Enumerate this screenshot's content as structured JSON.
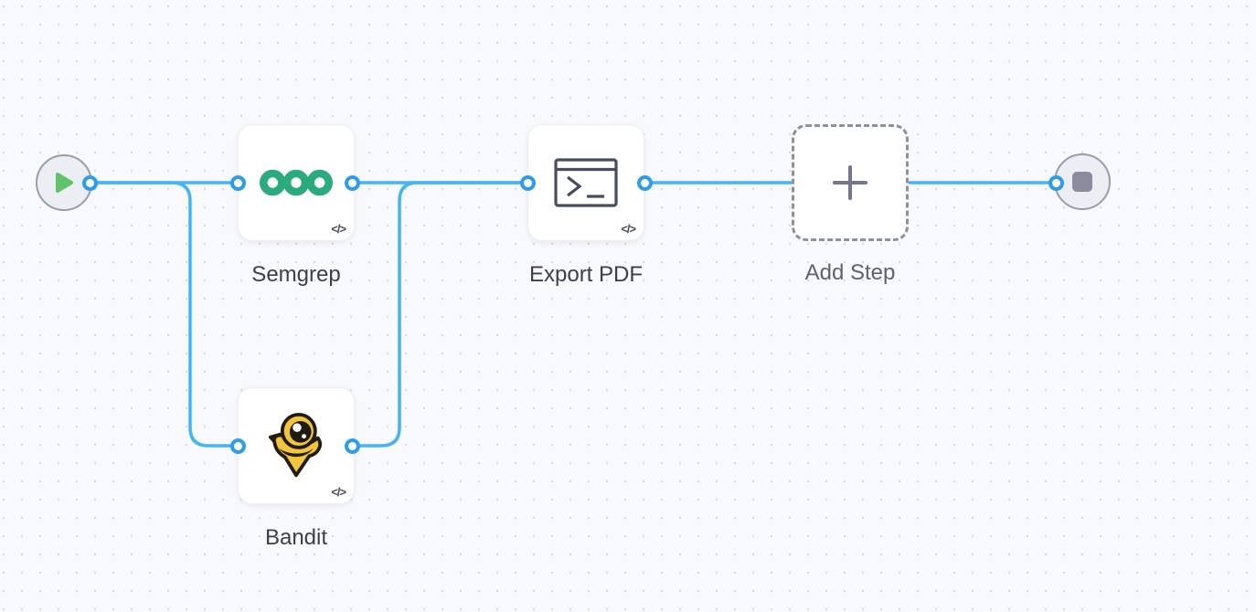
{
  "app": {
    "view": "workflow-canvas"
  },
  "colors": {
    "canvas_bg": "#f8f9fd",
    "grid_dot": "#d9dae3",
    "edge_blue": "#46b4f0",
    "port_blue": "#2c9ee9",
    "node_label": "#3a3f4d",
    "placeholder_label": "#5f5f75",
    "semgrep_green": "#2bab7d",
    "bandit_yellow": "#f2c53d",
    "play_green": "#5fc468",
    "stop_gray": "#8b8b9e"
  },
  "nodes": {
    "start": {
      "icon": "play-icon"
    },
    "semgrep": {
      "label": "Semgrep",
      "badge": "</>",
      "icon": "semgrep-rings-icon"
    },
    "bandit": {
      "label": "Bandit",
      "badge": "</>",
      "icon": "bandit-mascot-icon"
    },
    "export_pdf": {
      "label": "Export PDF",
      "badge": "</>",
      "icon": "terminal-window-icon"
    },
    "add_step": {
      "label": "Add Step",
      "icon": "plus-icon"
    },
    "end": {
      "icon": "stop-icon"
    }
  },
  "edges": [
    {
      "from": "start",
      "to": "semgrep"
    },
    {
      "from": "start",
      "to": "bandit"
    },
    {
      "from": "semgrep",
      "to": "export_pdf"
    },
    {
      "from": "bandit",
      "to": "export_pdf"
    },
    {
      "from": "export_pdf",
      "to": "end"
    }
  ]
}
